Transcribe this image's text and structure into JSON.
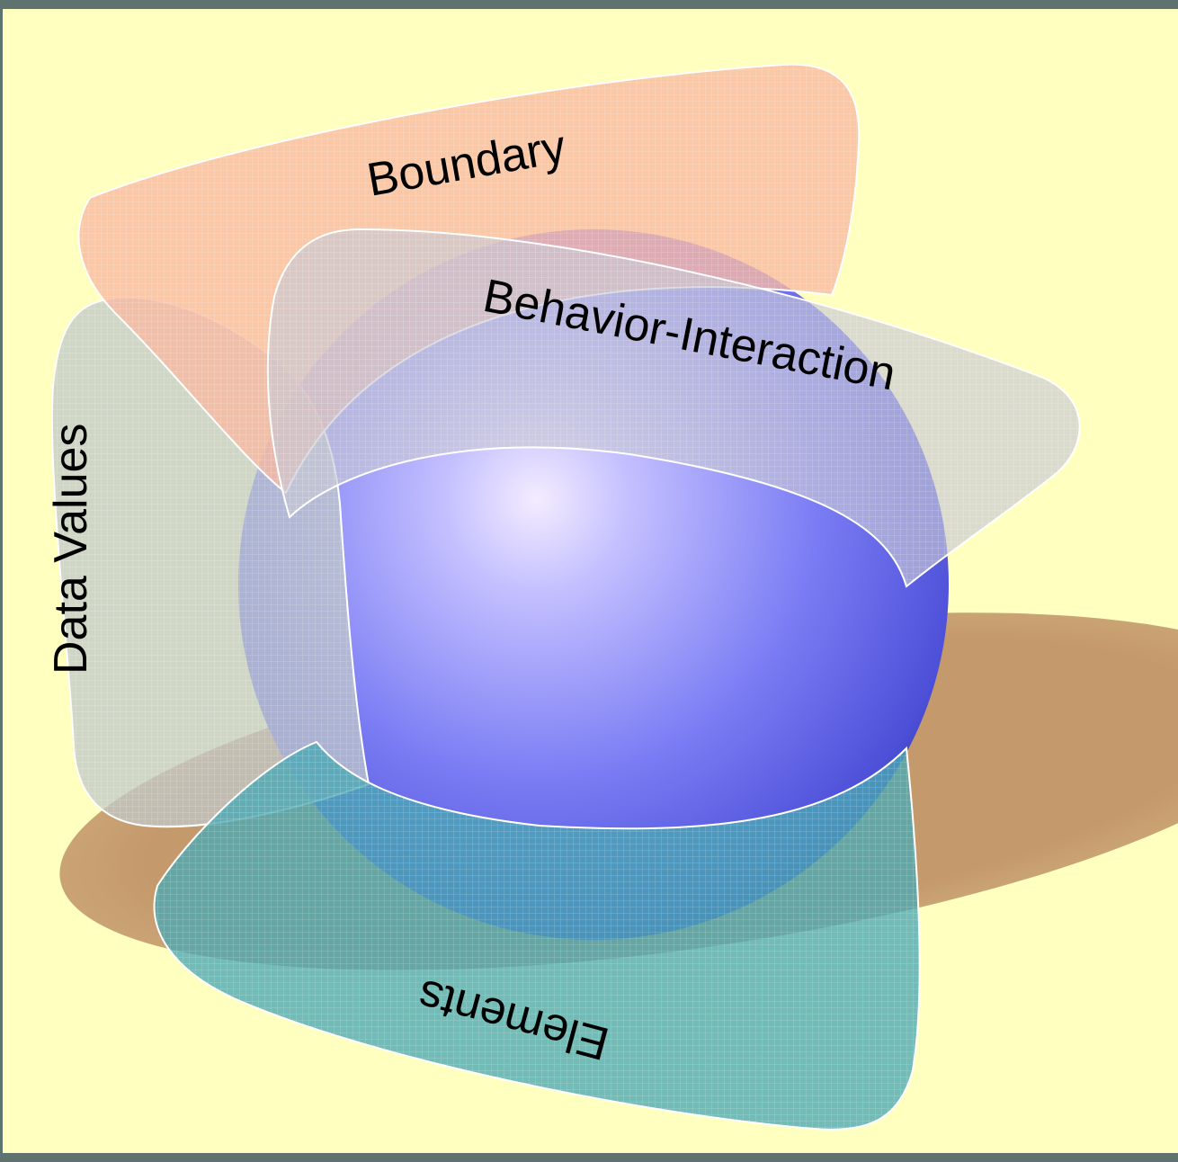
{
  "diagram": {
    "labels": {
      "boundary": "Boundary",
      "behavior": "Behavior-Interaction",
      "data_values": "Data Values",
      "elements": "Elements"
    },
    "colors": {
      "frame": "#5e7370",
      "background": "#ffffc0",
      "shadow": "#c4996c",
      "sphere_light": "#f4ecff",
      "sphere_mid": "#7a7cf4",
      "sphere_dark": "#2230a0",
      "boundary_fill": "#f8b8a0",
      "behavior_fill": "#c8c8d4",
      "data_values_fill": "#c0c8c8",
      "elements_fill": "#4aa8b4",
      "petal_edge": "#ffffff"
    }
  }
}
